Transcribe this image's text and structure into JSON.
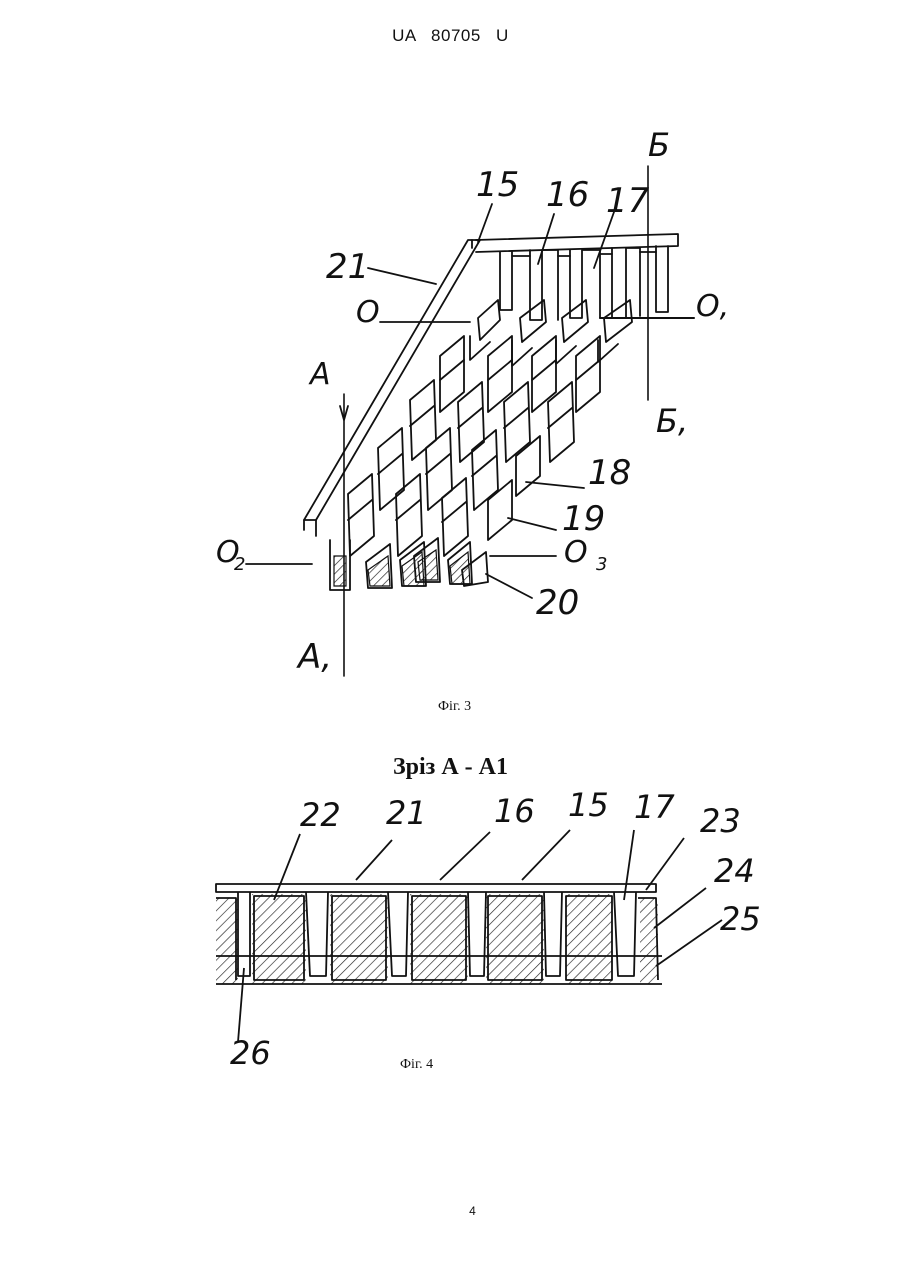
{
  "header": {
    "doc_id": "UA   80705   U"
  },
  "figure3": {
    "caption": "Фіг. 3",
    "labels": {
      "n15": "15",
      "n16": "16",
      "n17": "17",
      "n18": "18",
      "n19": "19",
      "n20": "20",
      "n21": "21",
      "b": "Б",
      "b1": "Б,",
      "a": "А",
      "a1": "А,",
      "o": "О",
      "o1": "О,",
      "o2": "О",
      "o2sub": "2",
      "o3": "О",
      "o3sub": "3"
    }
  },
  "figure4": {
    "section_title": "Зріз А - А1",
    "caption": "Фіг. 4",
    "labels": {
      "n15": "15",
      "n16": "16",
      "n17": "17",
      "n21": "21",
      "n22": "22",
      "n23": "23",
      "n24": "24",
      "n25": "25",
      "n26": "26"
    }
  },
  "page_number": "4"
}
